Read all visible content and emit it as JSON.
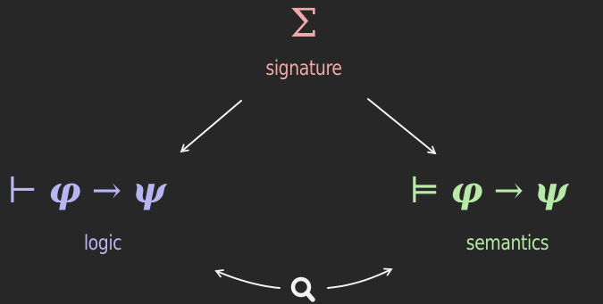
{
  "top": {
    "symbol": "Σ",
    "label": "signature"
  },
  "left": {
    "turnstile": "⊢",
    "phi": "φ",
    "arrow": "→",
    "psi": "ψ",
    "label": "logic"
  },
  "right": {
    "turnstile": "⊨",
    "phi": "φ",
    "arrow": "→",
    "psi": "ψ",
    "label": "semantics"
  },
  "colors": {
    "background": "#272727",
    "signature": "#f0a9a6",
    "logic": "#b9b4f2",
    "semantics": "#b6eaa6",
    "arrows": "#f2f2f2"
  },
  "icons": {
    "bottom": "search-icon"
  }
}
